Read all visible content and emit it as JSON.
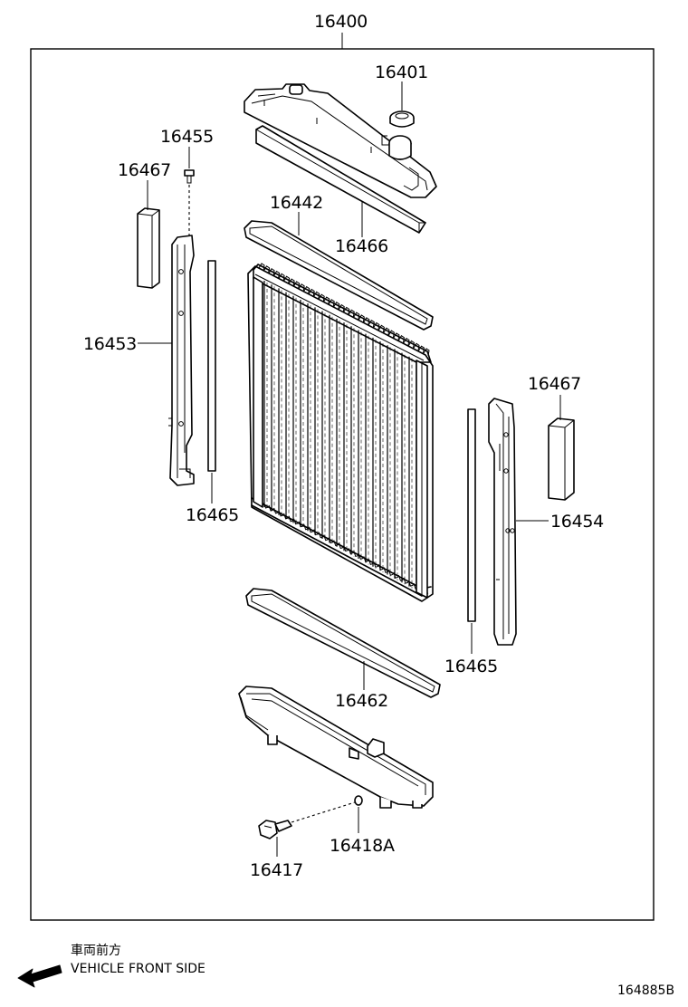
{
  "diagram": {
    "assembly_label": "16400",
    "parts": [
      {
        "id": "p16401",
        "number": "16401"
      },
      {
        "id": "p16455",
        "number": "16455"
      },
      {
        "id": "p16467a",
        "number": "16467"
      },
      {
        "id": "p16442",
        "number": "16442"
      },
      {
        "id": "p16466",
        "number": "16466"
      },
      {
        "id": "p16453",
        "number": "16453"
      },
      {
        "id": "p16465a",
        "number": "16465"
      },
      {
        "id": "p16467b",
        "number": "16467"
      },
      {
        "id": "p16454",
        "number": "16454"
      },
      {
        "id": "p16465b",
        "number": "16465"
      },
      {
        "id": "p16462",
        "number": "16462"
      },
      {
        "id": "p16418a",
        "number": "16418A"
      },
      {
        "id": "p16417",
        "number": "16417"
      }
    ],
    "direction_label_jp": "車両前方",
    "direction_label_en": "VEHICLE FRONT SIDE",
    "arrow_icon": "left-arrow-icon",
    "diagram_code": "164885B"
  }
}
